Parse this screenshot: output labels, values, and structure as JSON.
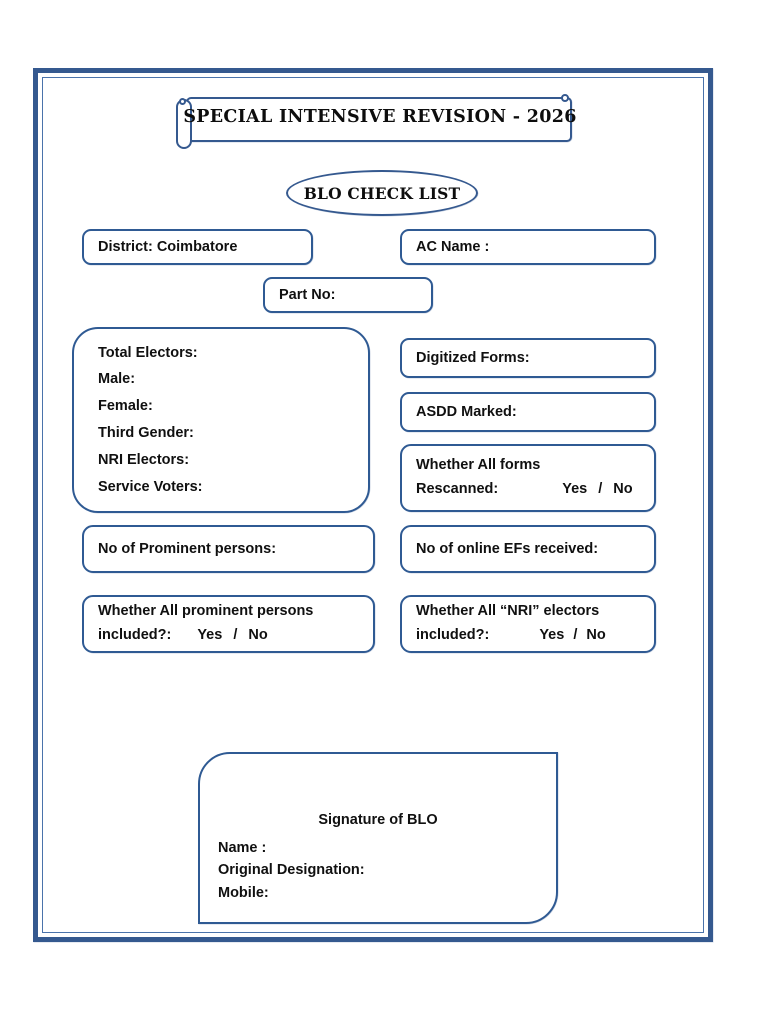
{
  "document": {
    "title": "SPECIAL INTENSIVE REVISION - 2026",
    "subtitle": "BLO CHECK LIST",
    "accent_color": "#35598f",
    "box_border_color": "#2f5a93",
    "text_color": "#101010",
    "background_color": "#ffffff"
  },
  "header_fields": {
    "district": "District: Coimbatore",
    "ac_name": "AC Name :",
    "part_no": "Part No:"
  },
  "electors_box": {
    "lines": [
      "Total Electors:",
      "Male:",
      "Female:",
      "Third Gender:",
      "NRI Electors:",
      "Service Voters:"
    ]
  },
  "right_column": {
    "digitized_forms": "Digitized Forms:",
    "asdd_marked": "ASDD Marked:",
    "rescanned_label_line1": "Whether All forms",
    "rescanned_label_line2": "Rescanned:",
    "rescanned_yes": "Yes",
    "rescanned_sep": "/",
    "rescanned_no": "No"
  },
  "counts_row": {
    "prominent_persons": "No of Prominent persons:",
    "online_efs": "No of online EFs received:"
  },
  "yes_no_row": {
    "prominent_line1": "Whether All prominent persons",
    "prominent_line2": "included?:",
    "prominent_yes": "Yes",
    "prominent_sep": "/",
    "prominent_no": "No",
    "nri_line1": "Whether All “NRI” electors",
    "nri_line2": "included?:",
    "nri_yes": "Yes",
    "nri_sep": "/",
    "nri_no": "No"
  },
  "signature": {
    "title": "Signature of BLO",
    "name": "Name  :",
    "designation": "Original Designation:",
    "mobile": "Mobile:"
  }
}
